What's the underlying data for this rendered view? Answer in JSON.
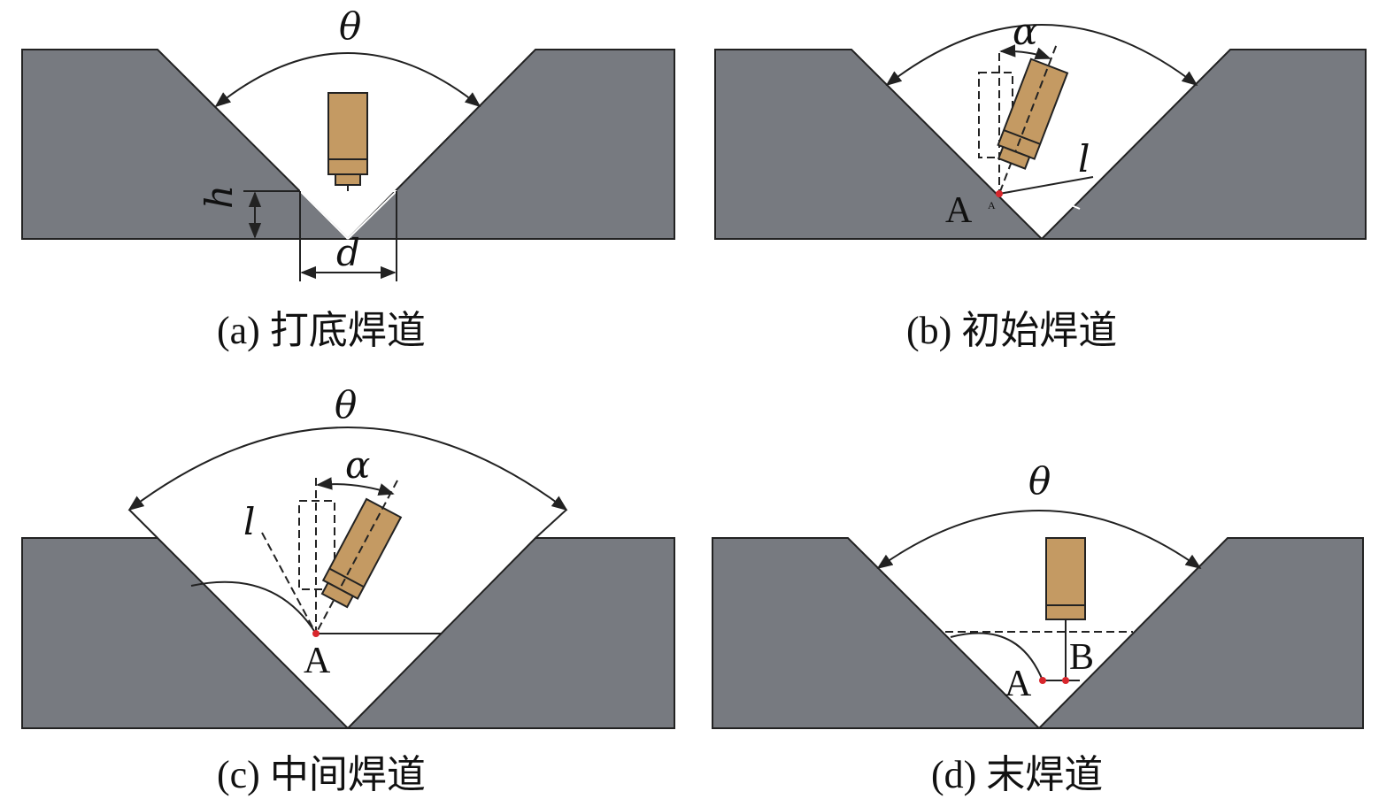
{
  "symbols": {
    "theta": "θ",
    "alpha": "α",
    "l": "l",
    "h": "h",
    "d": "d",
    "point_a": "A",
    "point_b": "B"
  },
  "captions": {
    "a": "(a) 打底焊道",
    "b": "(b) 初始焊道",
    "c": "(c) 中间焊道",
    "d": "(d) 末焊道"
  },
  "colors": {
    "plate": "#777a80",
    "torch": "#c49a63",
    "point": "#d8262c"
  }
}
